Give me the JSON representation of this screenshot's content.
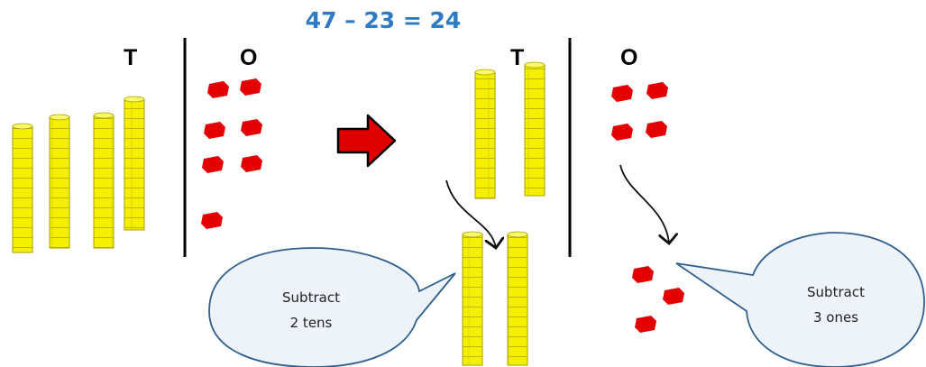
{
  "equation": "47 – 23 = 24",
  "left_panel": {
    "tens_header": "T",
    "ones_header": "O",
    "tens_rods": 4,
    "ones_cubes": 7
  },
  "right_panel": {
    "tens_header": "T",
    "ones_header": "O",
    "tens_remaining": 2,
    "ones_remaining": 4,
    "tens_removed": 2,
    "ones_removed": 3
  },
  "callouts": {
    "tens": {
      "line1": "Subtract",
      "line2": "2 tens"
    },
    "ones": {
      "line1": "Subtract",
      "line2": "3 ones"
    }
  },
  "colors": {
    "equation": "#2e7bc4",
    "rod_fill": "#f5f000",
    "rod_stroke": "#b8b000",
    "cube_fill": "#e30000",
    "arrow_fill": "#e10000",
    "bubble_fill": "#eef3f9",
    "bubble_stroke": "#2f5f8f"
  },
  "icons": {
    "transform_arrow": "right-arrow-icon"
  }
}
